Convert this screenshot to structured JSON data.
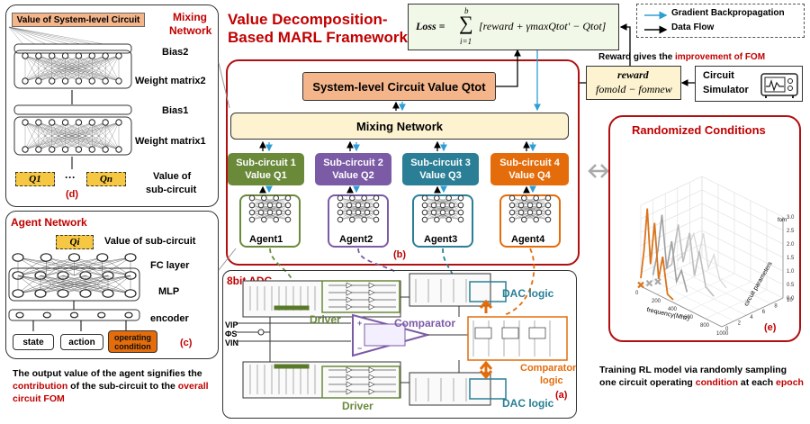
{
  "title": {
    "line1": "Value Decomposition-",
    "line2": "Based MARL Framework"
  },
  "loss": {
    "lhs": "Loss =",
    "sum_top": "b",
    "sum_bottom": "i=1",
    "body": "[reward + γmaxQtot′ − Qtot]"
  },
  "legend": {
    "gradient": "Gradient Backpropagation",
    "dataflow": "Data Flow"
  },
  "colors": {
    "red": "#c00000",
    "blue": "#2e9fd6",
    "green": "#6a8a3a",
    "purple": "#7b5aa6",
    "teal": "#2a7f96",
    "orange": "#e46c0a",
    "cream": "#fdf3d0",
    "salmon": "#f5b58b",
    "gold": "#f6c743"
  },
  "reward": {
    "note_prefix": "Reward gives the ",
    "note_highlight": "improvement of FOM",
    "box_title": "reward",
    "box_expr": "fomold − fomnew"
  },
  "simulator": {
    "label1": "Circuit",
    "label2": "Simulator"
  },
  "mixing_panel": {
    "title1": "Mixing",
    "title2": "Network",
    "top_box": "Value of System-level Circuit",
    "layers": [
      "Bias2",
      "Weight matrix2",
      "Bias1",
      "Weight matrix1"
    ],
    "q1": "Q1",
    "qn": "Qn",
    "value_label1": "Value of",
    "value_label2": "sub-circuit",
    "tag": "(d)"
  },
  "agent_panel": {
    "title": "Agent Network",
    "qi": "Qi",
    "value_label": "Value of sub-circuit",
    "fc": "FC layer",
    "mlp": "MLP",
    "encoder": "encoder",
    "inputs": [
      "state",
      "action",
      "operating condition"
    ],
    "tag": "(c)"
  },
  "framework": {
    "system_value": "System-level Circuit Value Qtot",
    "mixing": "Mixing Network",
    "subcircuits": [
      {
        "line1": "Sub-circuit 1",
        "line2": "Value  Q1"
      },
      {
        "line1": "Sub-circuit 2",
        "line2": "Value  Q2"
      },
      {
        "line1": "Sub-circuit 3",
        "line2": "Value  Q3"
      },
      {
        "line1": "Sub-circuit 4",
        "line2": "Value  Q4"
      }
    ],
    "agents": [
      "Agent1",
      "Agent2",
      "Agent3",
      "Agent4"
    ],
    "tag": "(b)"
  },
  "adc": {
    "title": "8bit ADC",
    "driver": "Driver",
    "comparator": "Comparator",
    "comparator_logic1": "Comparator",
    "comparator_logic2": "logic",
    "dac_logic": "DAC logic",
    "tag": "(a)",
    "vip": "VIP",
    "phis": "ΦS",
    "vin": "VIN"
  },
  "random": {
    "title": "Randomized Conditions",
    "z_ticks": [
      "3.0",
      "2.5",
      "2.0",
      "1.5",
      "1.0",
      "0.5",
      "0.0"
    ],
    "z_label": "fom",
    "x_ticks": [
      "0",
      "200",
      "400",
      "600",
      "800",
      "1000"
    ],
    "x_label": "frequency(Mhz)",
    "y_ticks": [
      "0",
      "2",
      "4",
      "6",
      "8",
      "10"
    ],
    "y_label": "circuit parameters",
    "tag": "(e)"
  },
  "bottom_left": {
    "p1": "The output value of the agent signifies the ",
    "h1": "contribution",
    "p2": " of the sub-circuit to the ",
    "h2": "overall circuit FOM"
  },
  "bottom_right": {
    "p1": "Training RL model via randomly sampling one circuit operating ",
    "h1": "condition",
    "p2": " at each ",
    "h2": "epoch"
  }
}
